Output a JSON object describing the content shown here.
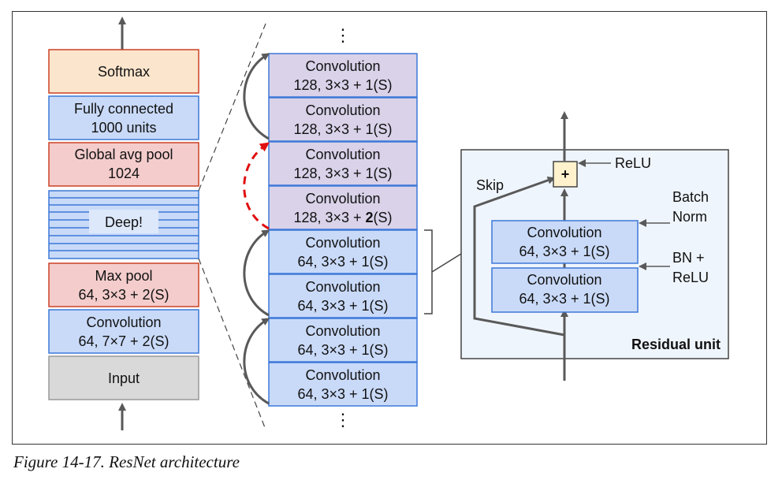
{
  "colors": {
    "blue_fill": "#c9daf8",
    "blue_stroke": "#3c78d8",
    "red_fill": "#f4cccc",
    "red_stroke": "#cc4125",
    "orange_fill": "#fce5cd",
    "purple_fill": "#d9d2e9",
    "gray_fill": "#d9d9d9",
    "gray_stroke": "#999999",
    "add_fill": "#fff2cc",
    "panel_fill": "#eff5fc",
    "arrow": "#595959",
    "skip_red": "#e01010"
  },
  "left_stack": {
    "softmax": "Softmax",
    "fc": {
      "line1": "Fully connected",
      "line2": "1000 units"
    },
    "gap": {
      "line1": "Global avg pool",
      "line2": "1024"
    },
    "deep": "Deep!",
    "maxpool": {
      "line1": "Max pool",
      "line2": "64, 3×3 + 2(S)"
    },
    "conv": {
      "line1": "Convolution",
      "line2": "64, 7×7 + 2(S)"
    },
    "input": "Input"
  },
  "middle_stack": {
    "ellipsis": "⋮",
    "layers": [
      {
        "line1": "Convolution",
        "line2": "128, 3×3 + 1(S)"
      },
      {
        "line1": "Convolution",
        "line2": "128, 3×3 + 1(S)"
      },
      {
        "line1": "Convolution",
        "line2": "128, 3×3 + 1(S)"
      },
      {
        "line1": "Convolution",
        "line2_pre": "128, 3×3 + ",
        "line2_bold": "2",
        "line2_post": "(S)"
      },
      {
        "line1": "Convolution",
        "line2": "64, 3×3 + 1(S)"
      },
      {
        "line1": "Convolution",
        "line2": "64, 3×3 + 1(S)"
      },
      {
        "line1": "Convolution",
        "line2": "64, 3×3 + 1(S)"
      },
      {
        "line1": "Convolution",
        "line2": "64, 3×3 + 1(S)"
      }
    ]
  },
  "residual_unit": {
    "title": "Residual unit",
    "add_symbol": "+",
    "relu": "ReLU",
    "skip": "Skip",
    "batch_norm": {
      "line1": "Batch",
      "line2": "Norm"
    },
    "bn_relu": {
      "line1": "BN +",
      "line2": "ReLU"
    },
    "conv_top": {
      "line1": "Convolution",
      "line2": "64, 3×3 + 1(S)"
    },
    "conv_bottom": {
      "line1": "Convolution",
      "line2": "64, 3×3 + 1(S)"
    }
  },
  "caption": "Figure 14-17. ResNet architecture"
}
